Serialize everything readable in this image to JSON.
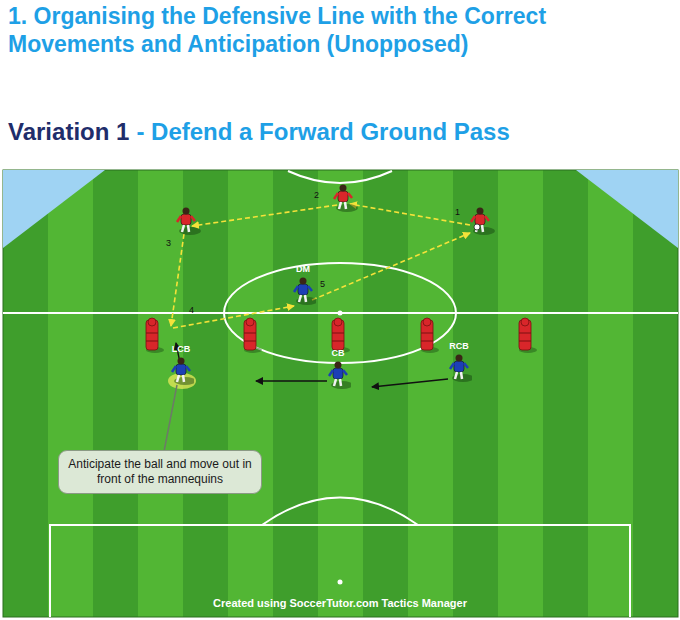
{
  "diagram": {
    "title": "1. Organising the Defensive Line with the Correct Movements and Anticipation (Unopposed)",
    "nodes": [
      {
        "text": [
          "DM"
        ]
      },
      {
        "text": [
          "LCB"
        ]
      },
      {
        "text": [
          "CB"
        ]
      },
      {
        "text": [
          "RCB"
        ]
      },
      {
        "text": [
          "Anticipate the ball and move out in front of the mannequins"
        ]
      }
    ],
    "edges": [
      {
        "from": 4,
        "to": 1,
        "arrow": "none"
      }
    ],
    "labels": [
      "Variation 1",
      "- Defend a Forward Ground Pass",
      "1",
      "2",
      "3",
      "4",
      "5",
      "Created using SoccerTutor.com Tactics Manager"
    ]
  }
}
